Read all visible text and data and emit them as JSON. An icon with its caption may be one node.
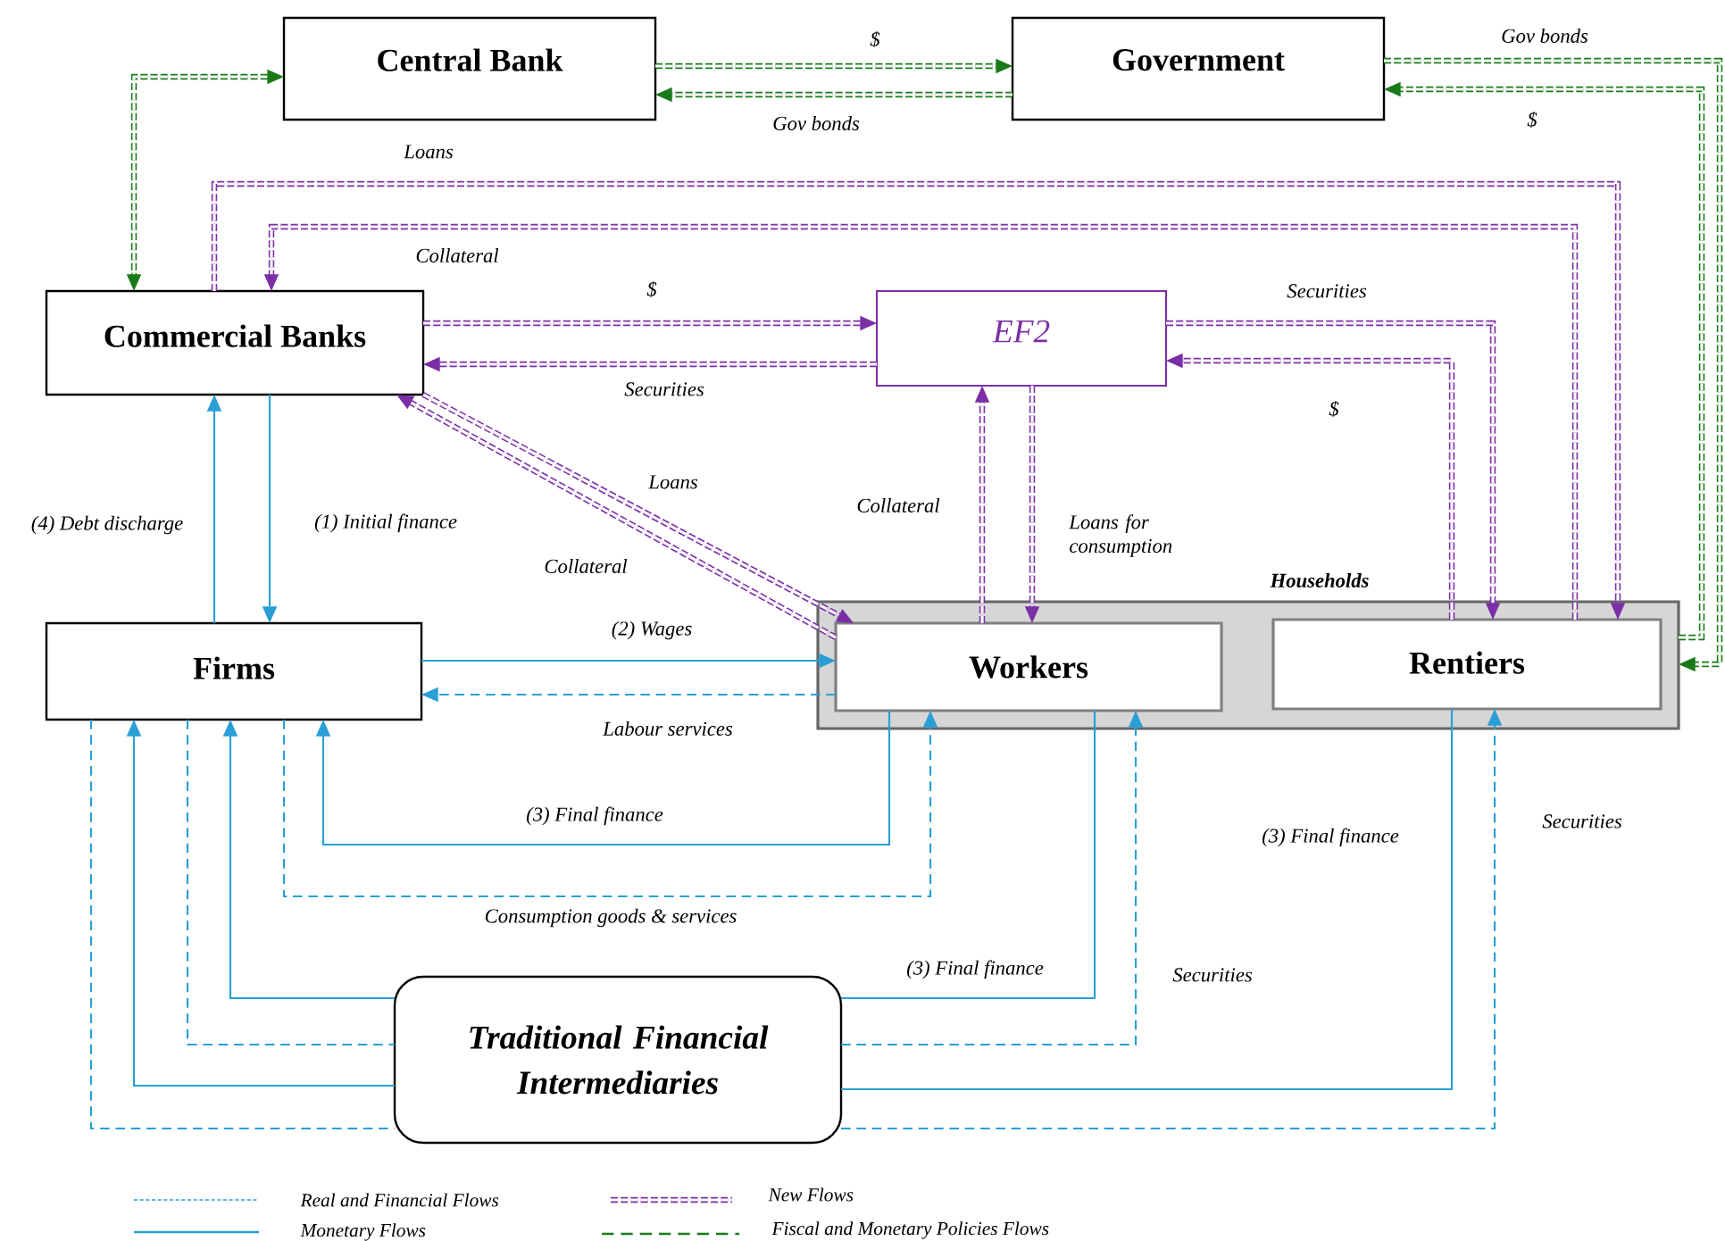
{
  "diagram": {
    "nodes": [
      {
        "text": [
          "Central Bank"
        ]
      },
      {
        "text": [
          "Government"
        ]
      },
      {
        "text": [
          "Commercial Banks"
        ]
      },
      {
        "text": [
          "EF2"
        ]
      },
      {
        "text": [
          "Households"
        ]
      },
      {
        "text": [
          "Workers"
        ],
        "in": 4
      },
      {
        "text": [
          "Rentiers"
        ],
        "in": 4
      },
      {
        "text": [
          "Firms"
        ]
      },
      {
        "text": [
          "Traditional Financial Intermediaries"
        ]
      }
    ],
    "edges": [
      {
        "from": 0,
        "to": 1,
        "arrow": "to",
        "label": "$",
        "style": "dashed",
        "color": "#1a7a1a"
      },
      {
        "from": 1,
        "to": 0,
        "arrow": "to",
        "label": "Gov bonds",
        "style": "dashed",
        "color": "#1a7a1a"
      },
      {
        "from": 1,
        "to": 4,
        "arrow": "to",
        "label": "Gov bonds",
        "style": "dashed",
        "color": "#1a7a1a"
      },
      {
        "from": 4,
        "to": 1,
        "arrow": "to",
        "label": "$",
        "style": "dashed",
        "color": "#1a7a1a"
      },
      {
        "from": 0,
        "to": 2,
        "arrow": "both",
        "style": "dashed",
        "color": "#1a7a1a"
      },
      {
        "from": 2,
        "to": 6,
        "arrow": "to",
        "label": "Loans",
        "style": "dashed",
        "color": "#7b2fa6"
      },
      {
        "from": 6,
        "to": 2,
        "arrow": "to",
        "label": "Collateral",
        "style": "dashed",
        "color": "#7b2fa6"
      },
      {
        "from": 2,
        "to": 3,
        "arrow": "to",
        "label": "$",
        "style": "dashed",
        "color": "#7b2fa6"
      },
      {
        "from": 3,
        "to": 2,
        "arrow": "to",
        "label": "Securities",
        "style": "dashed",
        "color": "#7b2fa6"
      },
      {
        "from": 2,
        "to": 5,
        "arrow": "to",
        "label": "Loans",
        "style": "dashed",
        "color": "#7b2fa6"
      },
      {
        "from": 5,
        "to": 2,
        "arrow": "to",
        "label": "Collateral",
        "style": "dashed",
        "color": "#7b2fa6"
      },
      {
        "from": 5,
        "to": 3,
        "arrow": "to",
        "label": "Collateral",
        "style": "dashed",
        "color": "#7b2fa6"
      },
      {
        "from": 3,
        "to": 5,
        "arrow": "to",
        "label": "Loans for consumption",
        "style": "dashed",
        "color": "#7b2fa6"
      },
      {
        "from": 3,
        "to": 6,
        "arrow": "to",
        "label": "Securities",
        "style": "dashed",
        "color": "#7b2fa6"
      },
      {
        "from": 6,
        "to": 3,
        "arrow": "to",
        "label": "$",
        "style": "dashed",
        "color": "#7b2fa6"
      },
      {
        "from": 7,
        "to": 2,
        "arrow": "to",
        "label": "(4) Debt discharge"
      },
      {
        "from": 2,
        "to": 7,
        "arrow": "to",
        "label": "(1) Initial finance"
      },
      {
        "from": 7,
        "to": 5,
        "arrow": "to",
        "label": "(2) Wages"
      },
      {
        "from": 5,
        "to": 7,
        "arrow": "to",
        "label": "Labour services",
        "style": "dashed"
      },
      {
        "from": 5,
        "to": 7,
        "arrow": "to",
        "label": "(3) Final finance"
      },
      {
        "from": 7,
        "to": 5,
        "arrow": "to",
        "label": "Consumption goods & services",
        "style": "dashed"
      },
      {
        "from": 5,
        "to": 8,
        "arrow": "none",
        "label": "(3) Final finance"
      },
      {
        "from": 8,
        "to": 5,
        "arrow": "to",
        "label": "Securities",
        "style": "dashed"
      },
      {
        "from": 7,
        "to": 8,
        "arrow": "none",
        "style": "dashed"
      },
      {
        "from": 8,
        "to": 7,
        "arrow": "to"
      },
      {
        "from": 6,
        "to": 8,
        "arrow": "none",
        "label": "(3) Final finance"
      },
      {
        "from": 8,
        "to": 7,
        "arrow": "to"
      },
      {
        "from": 8,
        "to": 6,
        "arrow": "to",
        "label": "Securities",
        "style": "dashed"
      },
      {
        "from": 7,
        "to": 8,
        "arrow": "none",
        "style": "dashed"
      }
    ],
    "legend": [
      {
        "text": "Real and Financial Flows"
      },
      {
        "text": "Monetary Flows"
      },
      {
        "text": "New Flows"
      },
      {
        "text": "Fiscal and Monetary Policies Flows"
      }
    ]
  }
}
